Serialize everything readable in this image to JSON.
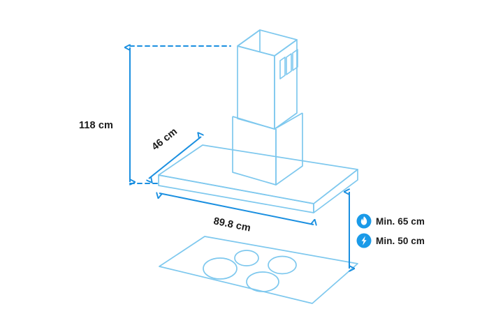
{
  "diagram": {
    "type": "appliance-dimension-drawing",
    "subject": "wall-mounted chimney cooker hood above cooktop",
    "background_color": "#ffffff",
    "outline_color": "#7ec8ee",
    "dimension_color": "#1a8fe0",
    "accent_color": "#1a9ae8",
    "text_color": "#1a1a1a"
  },
  "dimensions": {
    "height": {
      "value": "118 cm",
      "orientation": "vertical",
      "description": "total height of hood from canopy underside to chimney top"
    },
    "depth": {
      "value": "46 cm",
      "orientation": "diagonal",
      "description": "canopy depth"
    },
    "width": {
      "value": "89.8 cm",
      "orientation": "diagonal-horizontal",
      "description": "canopy width"
    }
  },
  "clearances": [
    {
      "icon": "flame-icon",
      "label": "Min. 65 cm",
      "hob_type": "gas",
      "badge_color": "#1a9ae8"
    },
    {
      "icon": "lightning-bolt-icon",
      "label": "Min. 50 cm",
      "hob_type": "electric",
      "badge_color": "#1a9ae8"
    }
  ],
  "cooktop": {
    "burner_count": 4,
    "shape": "parallelogram"
  },
  "chimney": {
    "vent_slot_count": 3
  }
}
